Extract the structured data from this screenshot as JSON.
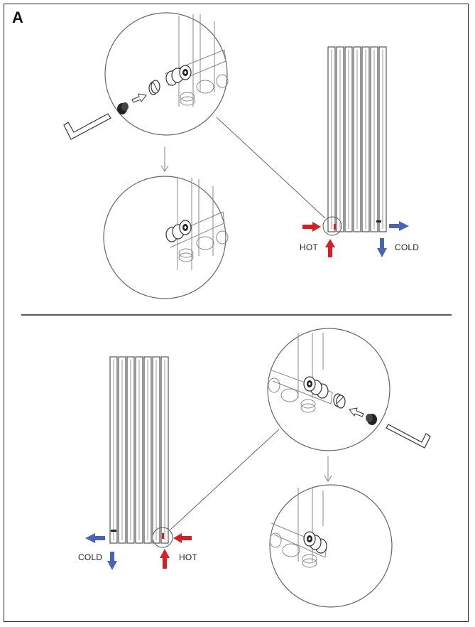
{
  "figure": {
    "section_letter": "A",
    "colors": {
      "hot": "#d42027",
      "cold": "#4a63b3",
      "line": "#333333",
      "light": "#999999"
    }
  },
  "top_panel": {
    "hot_label": "HOT",
    "cold_label": "COLD"
  },
  "bottom_panel": {
    "hot_label": "HOT",
    "cold_label": "COLD"
  }
}
